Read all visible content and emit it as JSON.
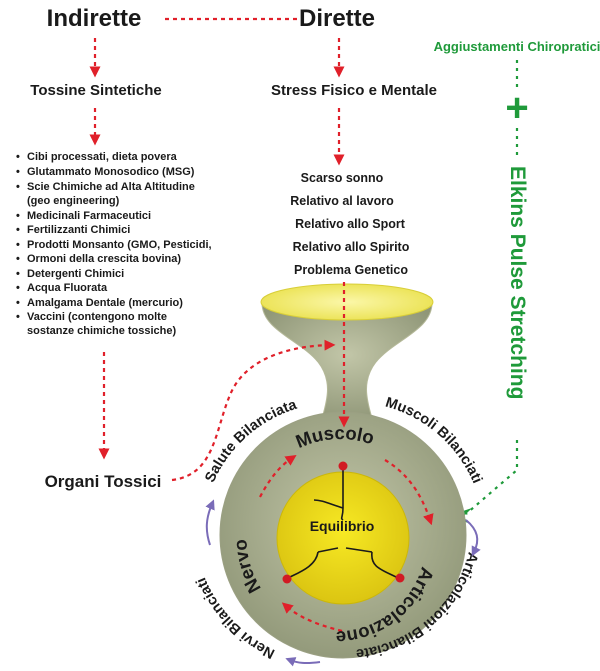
{
  "left_column": {
    "title": "Indirette",
    "heading": "Tossine Sintetiche",
    "list": [
      "Cibi processati, dieta povera",
      "Glutammato Monosodico (MSG)",
      "Scie Chimiche ad Alta Altitudine",
      "(geo engineering)",
      "Medicinali Farmaceutici",
      "Fertilizzanti Chimici",
      "Prodotti Monsanto (GMO, Pesticidi,",
      "Ormoni della crescita bovina)",
      "Detergenti Chimici",
      "Acqua Fluorata",
      "Amalgama Dentale (mercurio)",
      "Vaccini (contengono molte",
      "sostanze chimiche tossiche)"
    ],
    "organs": "Organi Tossici"
  },
  "middle_column": {
    "title": "Dirette",
    "heading": "Stress Fisico e Mentale",
    "items": [
      "Scarso sonno",
      "Relativo al lavoro",
      "Relativo allo Sport",
      "Relativo allo Spirito",
      "Problema Genetico"
    ]
  },
  "right_column": {
    "title": "Aggiustamenti Chiropratici",
    "plus": "+",
    "vertical_label": "Elkins Pulse Stretching"
  },
  "flask": {
    "arc_labels": {
      "salute": "Salute Bilanciata",
      "muscoli": "Muscoli Bilanciati",
      "articolazioni": "Articolazioni Bilanciate",
      "nervi": "Nervi Bilanciati"
    },
    "inner_labels": {
      "muscolo": "Muscolo",
      "articolazione": "Articolazione",
      "nervo": "Nervo"
    },
    "center": "Equilibrio"
  },
  "colors": {
    "red_arrow": "#e0202a",
    "green": "#1f9a3a",
    "flask_body": "#a7ad8f",
    "flask_center": "#f5e216",
    "funnel": "#f3f07a",
    "purple_arrow": "#7a6cb8"
  }
}
